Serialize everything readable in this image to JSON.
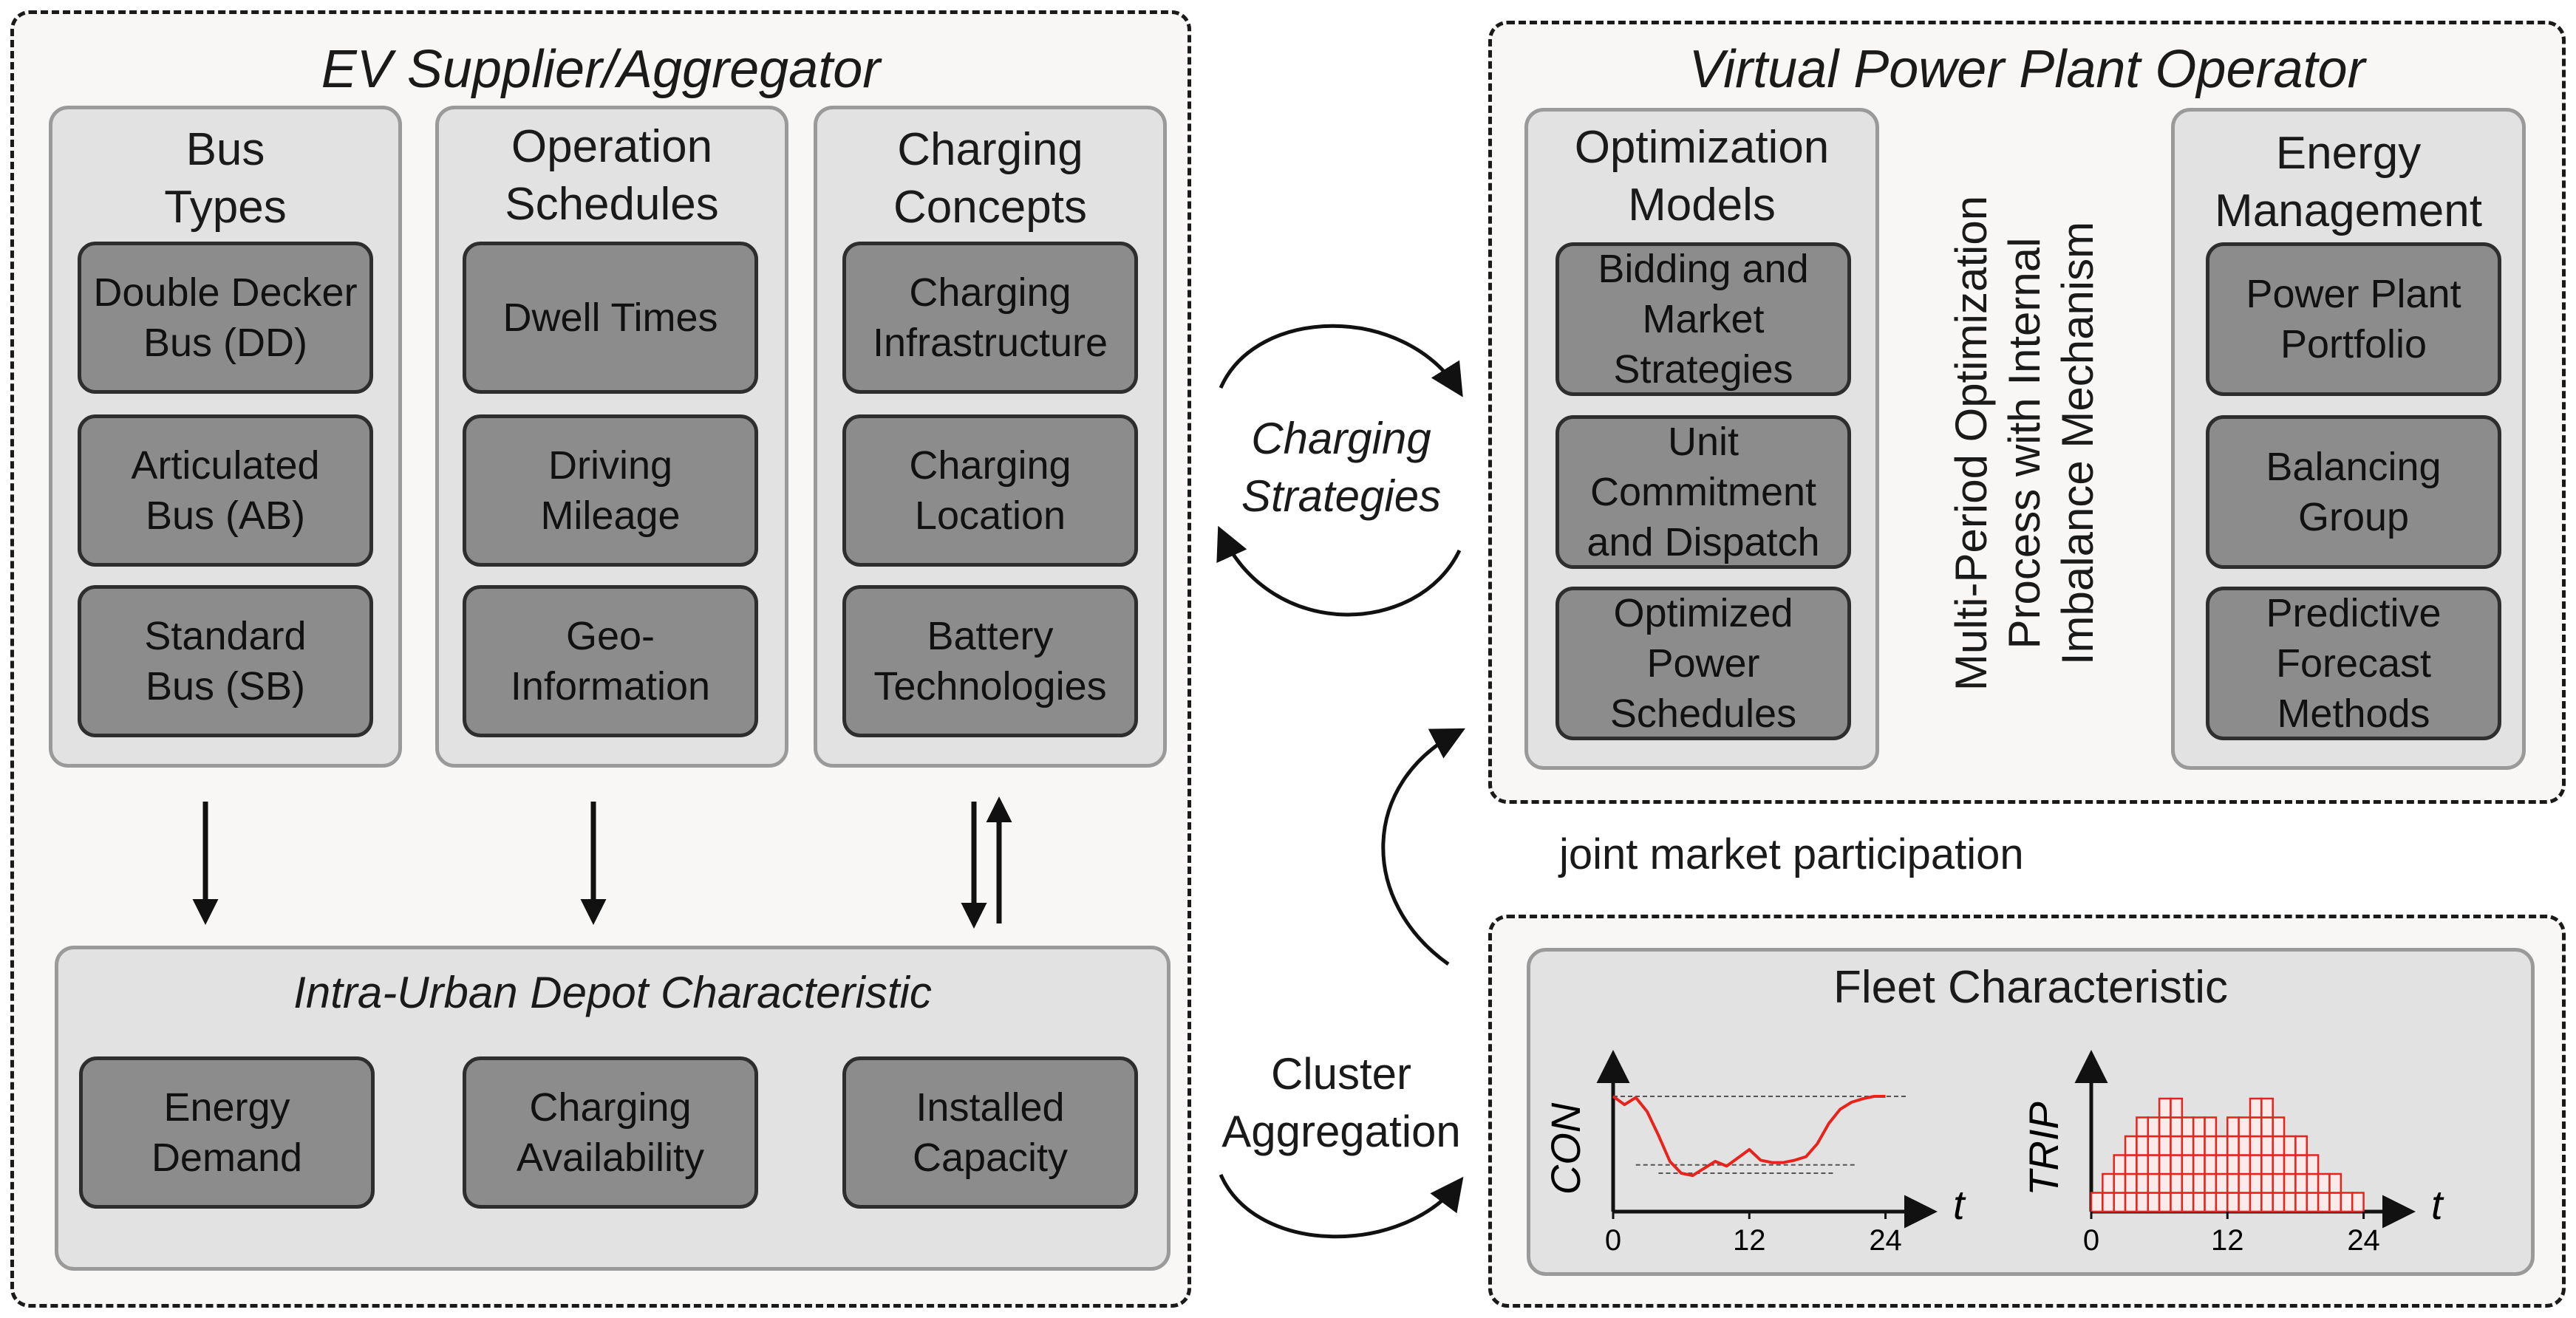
{
  "ev_panel": {
    "title": "EV Supplier/Aggregator",
    "groups": [
      {
        "title": "Bus\nTypes",
        "items": [
          "Double Decker\nBus (DD)",
          "Articulated\nBus (AB)",
          "Standard\nBus (SB)"
        ]
      },
      {
        "title": "Operation\nSchedules",
        "items": [
          "Dwell Times",
          "Driving\nMileage",
          "Geo-\nInformation"
        ]
      },
      {
        "title": "Charging\nConcepts",
        "items": [
          "Charging\nInfrastructure",
          "Charging\nLocation",
          "Battery\nTechnologies"
        ]
      }
    ],
    "depot": {
      "title": "Intra-Urban Depot Characteristic",
      "items": [
        "Energy\nDemand",
        "Charging\nAvailability",
        "Installed\nCapacity"
      ]
    }
  },
  "vpp_panel": {
    "title": "Virtual Power Plant Operator",
    "groups": [
      {
        "title": "Optimization\nModels",
        "items": [
          "Bidding and\nMarket\nStrategies",
          "Unit\nCommitment\nand Dispatch",
          "Optimized\nPower\nSchedules"
        ]
      },
      {
        "title": "Energy\nManagement",
        "items": [
          "Power Plant\nPortfolio",
          "Balancing\nGroup",
          "Predictive\nForecast\nMethods"
        ]
      }
    ],
    "center_text": "Multi-Period Optimization\nProcess with Internal\nImbalance Mechanism"
  },
  "fleet_panel": {
    "title": "Fleet Characteristic"
  },
  "flows": {
    "charging_strategies": "Charging\nStrategies",
    "cluster_aggregation": "Cluster\nAggregation",
    "joint_market": "joint market participation"
  },
  "colors": {
    "curve": "#e8231c",
    "box": "#8c8c8c",
    "group": "#e2e2e2"
  },
  "chart_data": [
    {
      "type": "line",
      "ylabel": "CON",
      "xlabel": "t",
      "x_ticks": [
        "0",
        "12",
        "24"
      ],
      "xlim": [
        0,
        28
      ],
      "ylim": [
        0,
        1
      ],
      "x": [
        0,
        1,
        2,
        3,
        4,
        5,
        6,
        7,
        8,
        9,
        10,
        11,
        12,
        13,
        14,
        15,
        16,
        17,
        18,
        19,
        20,
        21,
        22,
        23,
        24
      ],
      "y": [
        0.85,
        0.78,
        0.84,
        0.72,
        0.52,
        0.3,
        0.2,
        0.18,
        0.24,
        0.3,
        0.26,
        0.33,
        0.4,
        0.31,
        0.29,
        0.29,
        0.31,
        0.34,
        0.45,
        0.62,
        0.74,
        0.8,
        0.83,
        0.85,
        0.85
      ],
      "reference_lines": [
        0.85,
        0.27,
        0.2
      ]
    },
    {
      "type": "bar",
      "ylabel": "TRIP",
      "xlabel": "t",
      "x_ticks": [
        "0",
        "12",
        "24"
      ],
      "xlim": [
        0,
        28
      ],
      "ylim": [
        0,
        8
      ],
      "values": [
        1,
        2,
        3,
        4,
        5,
        5,
        6,
        6,
        5,
        5,
        5,
        4,
        5,
        5,
        6,
        6,
        5,
        4,
        4,
        3,
        2,
        2,
        1,
        1
      ]
    }
  ]
}
